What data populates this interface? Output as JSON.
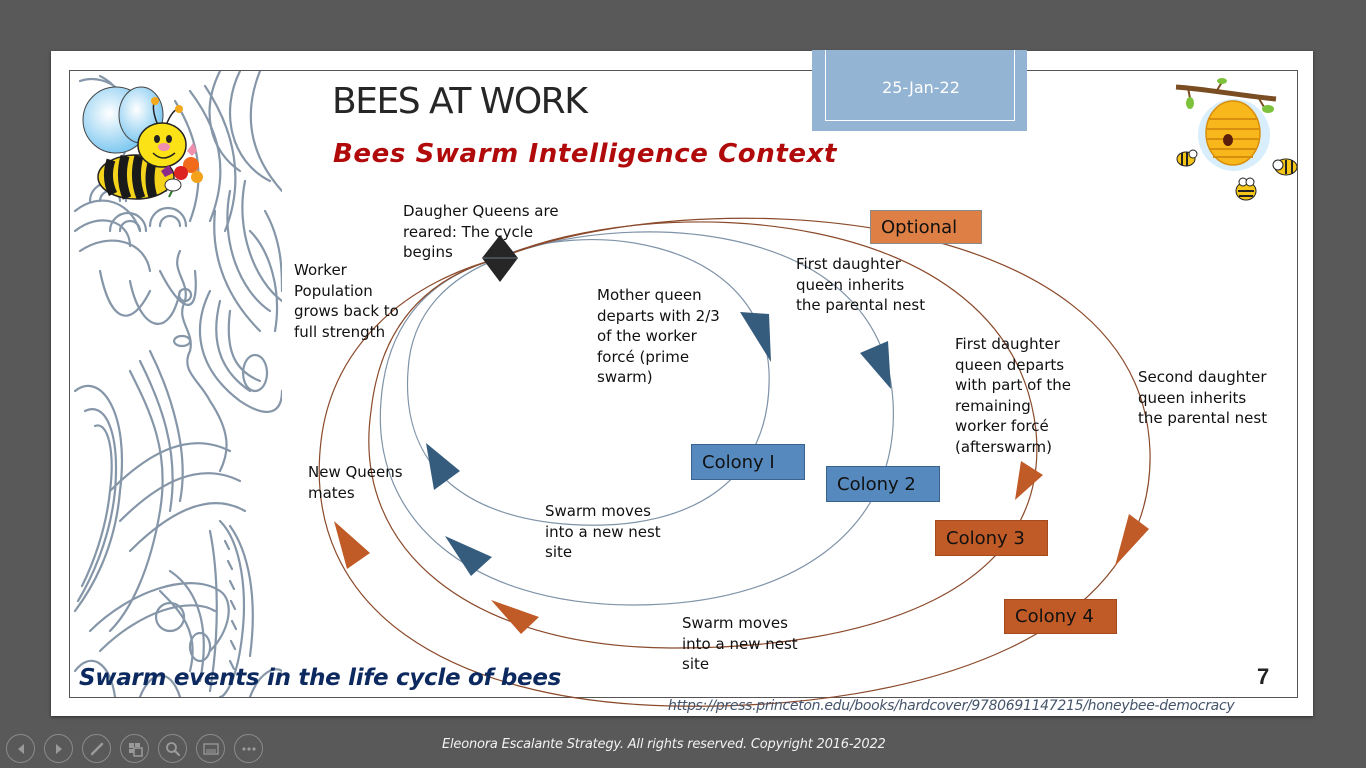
{
  "slide": {
    "title": "BEES AT WORK",
    "subtitle": "Bees Swarm Intelligence Context",
    "date": "25-Jan-22",
    "page_number": "7",
    "caption": "Swarm events in the life cycle of bees",
    "source_link": "https://press.princeton.edu/books/hardcover/9780691147215/honeybee-democracy"
  },
  "diagram": {
    "labels": {
      "daughter_queens": "Daugher Queens are\nreared: The cycle\nbegins",
      "worker_population": "Worker\nPopulation\ngrows back to\nfull strength",
      "mother_queen": "Mother queen\ndeparts with 2/3\nof the worker\nforcé (prime\nswarm)",
      "first_daughter_inherits": "First daughter\nqueen inherits\nthe parental nest",
      "first_daughter_departs": "First daughter\nqueen departs\nwith part of the\nremaining\nworker forcé\n(afterswarm)",
      "second_daughter_inherits": "Second daughter\nqueen inherits\nthe parental nest",
      "new_queens_mates": "New Queens\nmates",
      "swarm_moves_1": "Swarm moves\ninto a new nest\nsite",
      "swarm_moves_2": "Swarm moves\ninto a new nest\nsite"
    },
    "boxes": {
      "optional": "Optional",
      "colony_1": "Colony I",
      "colony_2": "Colony 2",
      "colony_3": "Colony 3",
      "colony_4": "Colony 4"
    },
    "colors": {
      "blue_box": "#5689bd",
      "optional_box": "#de7f45",
      "orange_box": "#c05b27",
      "blue_line": "#7f93a8",
      "brown_line": "#8b4a2b",
      "blue_arrow": "#355c7d",
      "orange_arrow": "#c05a26",
      "diamond": "#262626"
    }
  },
  "presenter_bar": {
    "buttons": [
      {
        "icon": "previous-icon"
      },
      {
        "icon": "next-icon"
      },
      {
        "icon": "pen-icon"
      },
      {
        "icon": "see-all-slides-icon"
      },
      {
        "icon": "zoom-icon"
      },
      {
        "icon": "subtitles-icon"
      },
      {
        "icon": "more-options-icon"
      }
    ],
    "copyright": "Eleonora Escalante Strategy. All rights reserved. Copyright 2016-2022"
  }
}
